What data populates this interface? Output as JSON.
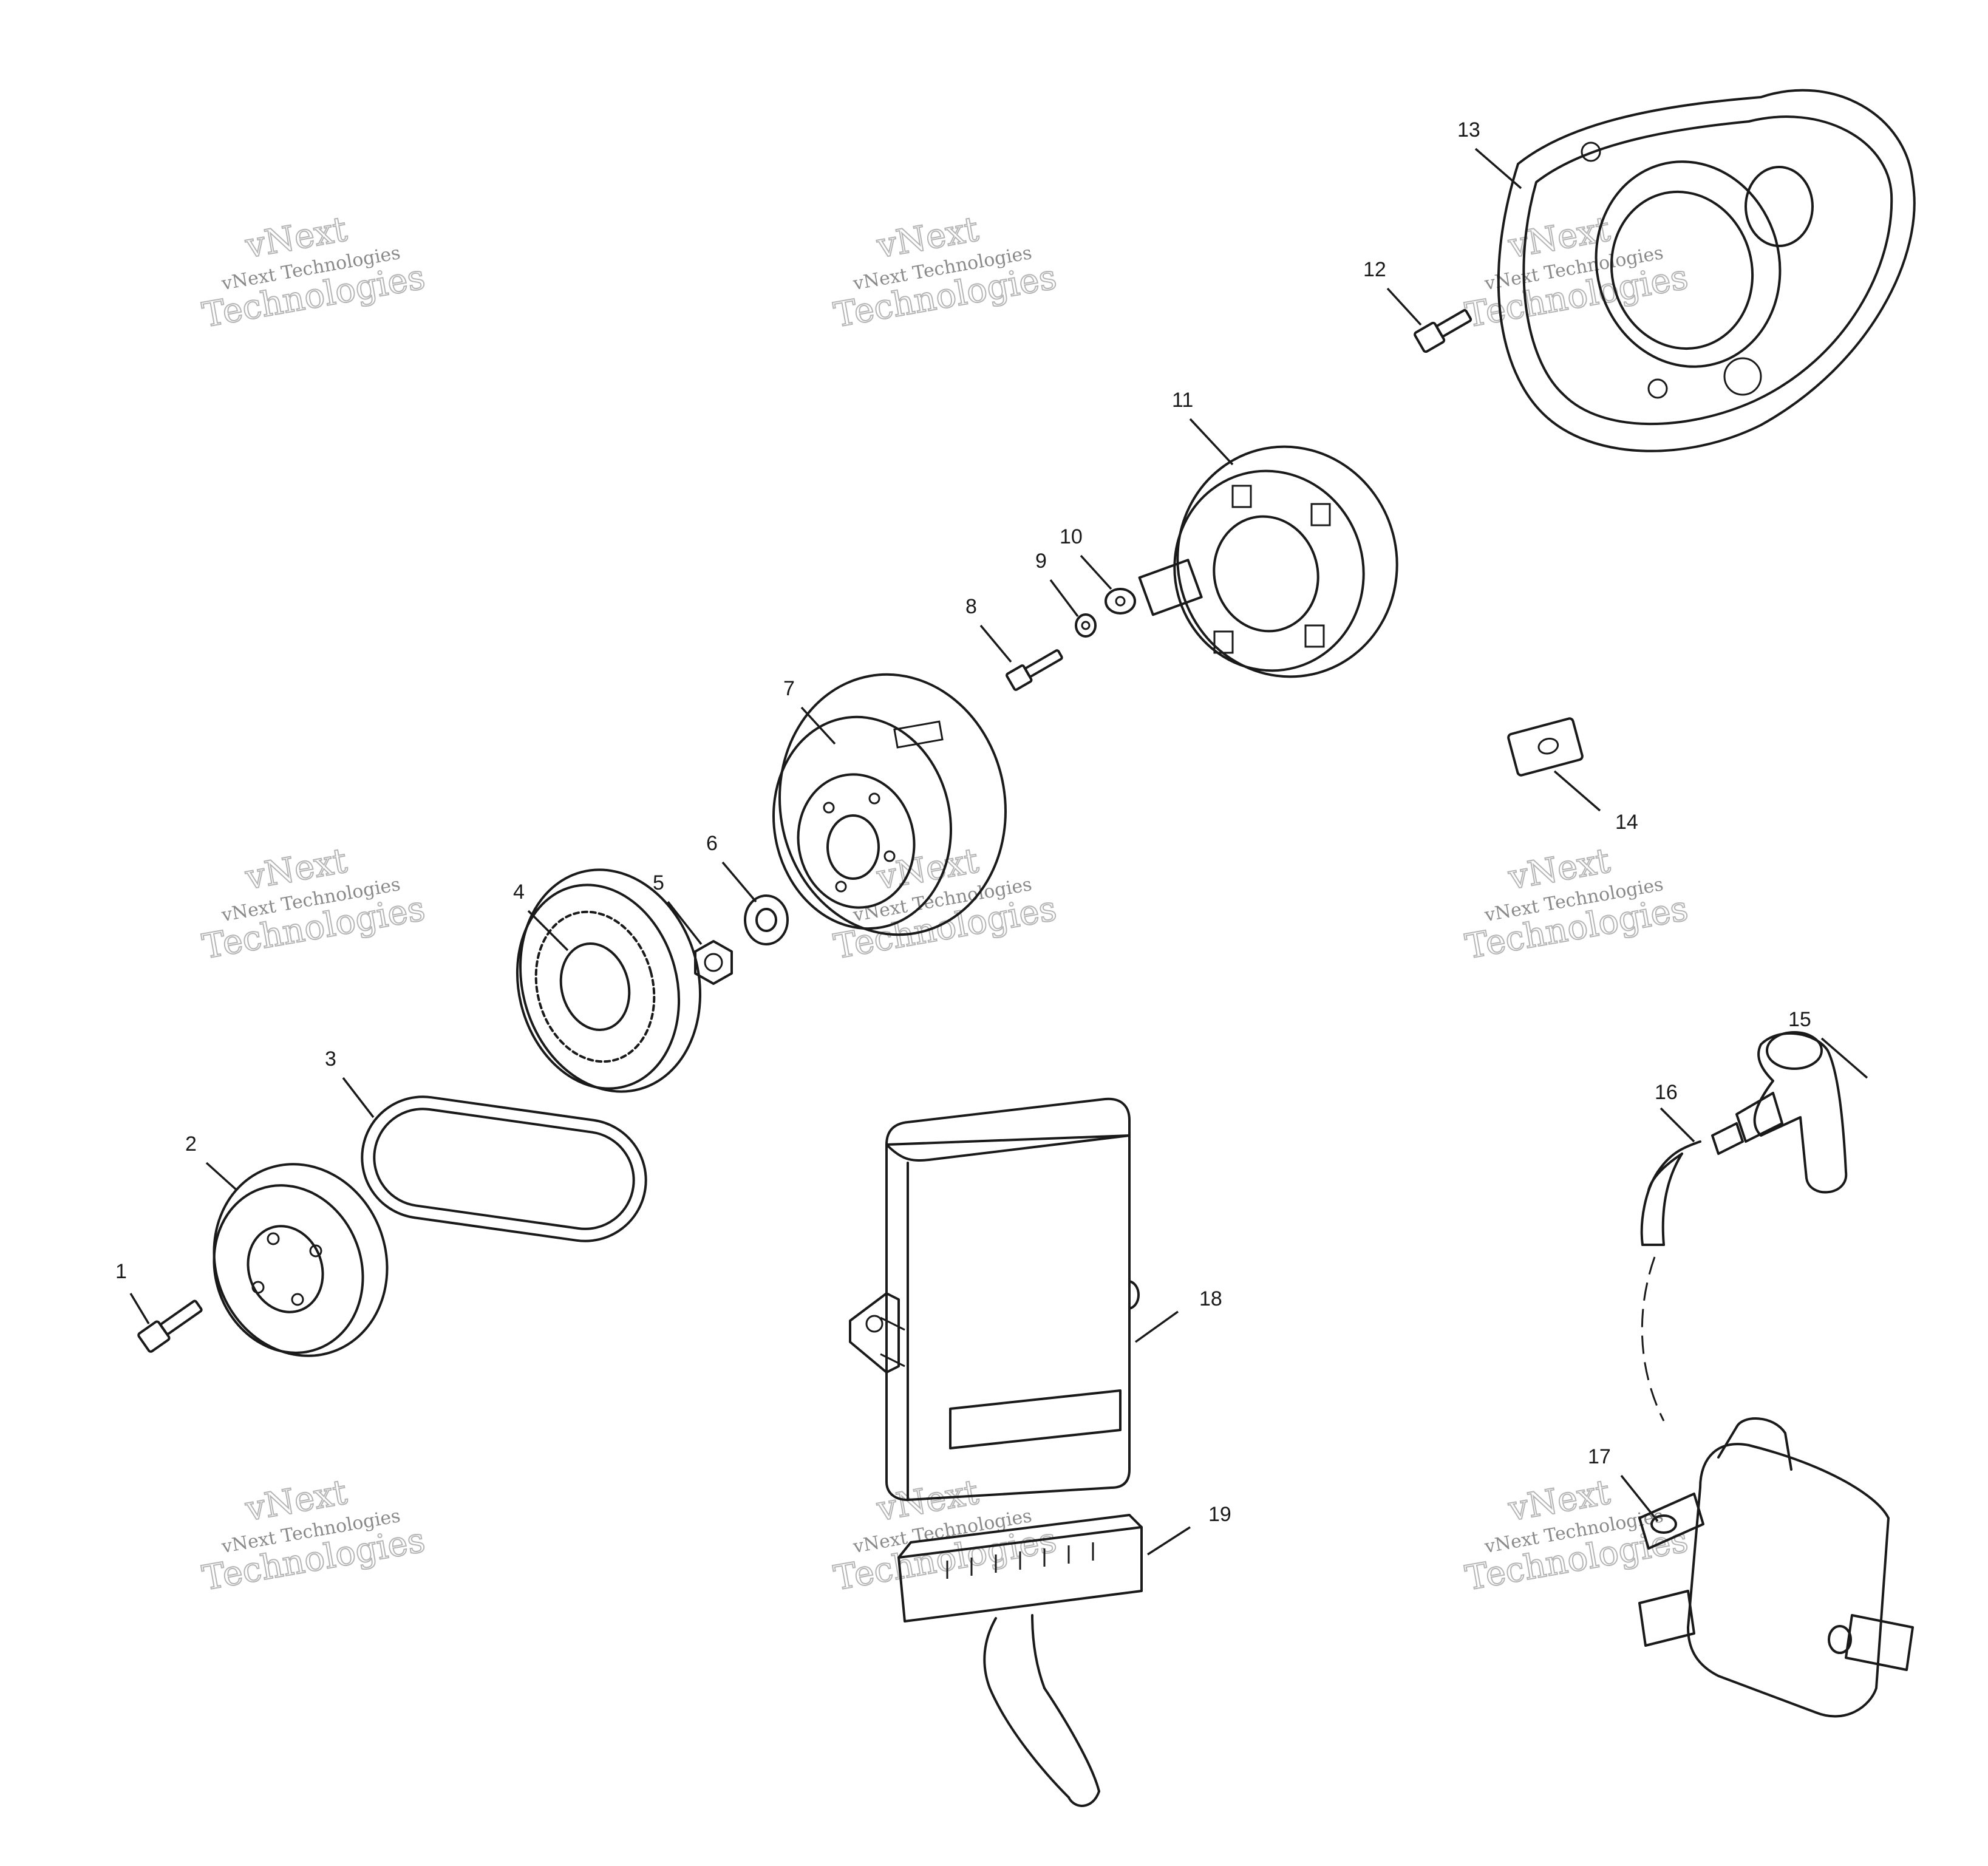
{
  "callouts": [
    "1",
    "2",
    "3",
    "4",
    "5",
    "6",
    "7",
    "8",
    "9",
    "10",
    "11",
    "12",
    "13",
    "14",
    "15",
    "16",
    "17",
    "18",
    "19"
  ],
  "watermark": {
    "line1": "vNext",
    "line2": "vNext Technologies",
    "line3": "Technologies"
  }
}
